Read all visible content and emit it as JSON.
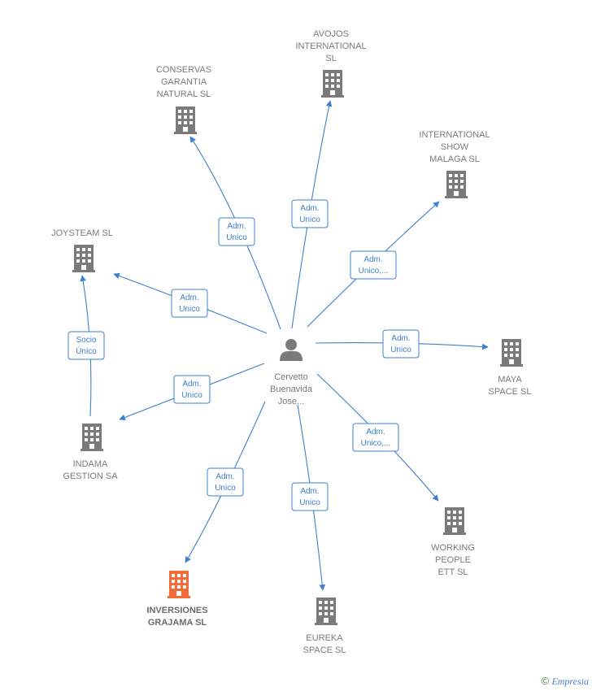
{
  "center": {
    "id": "person",
    "icon": "person-icon",
    "label": [
      "Cervetto",
      "Buenavida",
      "Jose..."
    ]
  },
  "companies": [
    {
      "id": "avojos",
      "label": [
        "AVOJOS",
        "INTERNATIONAL",
        "SL"
      ],
      "highlight": false
    },
    {
      "id": "conservas",
      "label": [
        "CONSERVAS",
        "GARANTIA",
        "NATURAL  SL"
      ],
      "highlight": false
    },
    {
      "id": "international-show",
      "label": [
        "INTERNATIONAL",
        "SHOW",
        "MALAGA  SL"
      ],
      "highlight": false
    },
    {
      "id": "joysteam",
      "label": [
        "JOYSTEAM SL"
      ],
      "highlight": false
    },
    {
      "id": "maya",
      "label": [
        "MAYA",
        "SPACE SL"
      ],
      "highlight": false
    },
    {
      "id": "indama",
      "label": [
        "INDAMA",
        "GESTION SA"
      ],
      "highlight": false
    },
    {
      "id": "working-people",
      "label": [
        "WORKING",
        "PEOPLE",
        "ETT  SL"
      ],
      "highlight": false
    },
    {
      "id": "inversiones",
      "label": [
        "INVERSIONES",
        "GRAJAMA  SL"
      ],
      "highlight": true
    },
    {
      "id": "eureka",
      "label": [
        "EUREKA",
        "SPACE SL"
      ],
      "highlight": false
    }
  ],
  "relations": [
    {
      "from": "person",
      "to": "avojos",
      "label": [
        "Adm.",
        "Unico"
      ]
    },
    {
      "from": "person",
      "to": "conservas",
      "label": [
        "Adm.",
        "Unico"
      ]
    },
    {
      "from": "person",
      "to": "international-show",
      "label": [
        "Adm.",
        "Unico,..."
      ]
    },
    {
      "from": "person",
      "to": "joysteam",
      "label": [
        "Adm.",
        "Unico"
      ]
    },
    {
      "from": "person",
      "to": "maya",
      "label": [
        "Adm.",
        "Unico"
      ]
    },
    {
      "from": "person",
      "to": "indama",
      "label": [
        "Adm.",
        "Unico"
      ]
    },
    {
      "from": "person",
      "to": "working-people",
      "label": [
        "Adm.",
        "Unico,..."
      ]
    },
    {
      "from": "person",
      "to": "inversiones",
      "label": [
        "Adm.",
        "Unico"
      ]
    },
    {
      "from": "person",
      "to": "eureka",
      "label": [
        "Adm.",
        "Unico"
      ]
    },
    {
      "from": "indama",
      "to": "joysteam",
      "label": [
        "Socio",
        "Único"
      ]
    }
  ],
  "colors": {
    "edge": "#3d7fd1",
    "building": "#7a7a7a",
    "highlight": "#f26a35",
    "person": "#7a7a7a"
  },
  "footer": {
    "copyright": "©",
    "brand": "Empresia"
  }
}
